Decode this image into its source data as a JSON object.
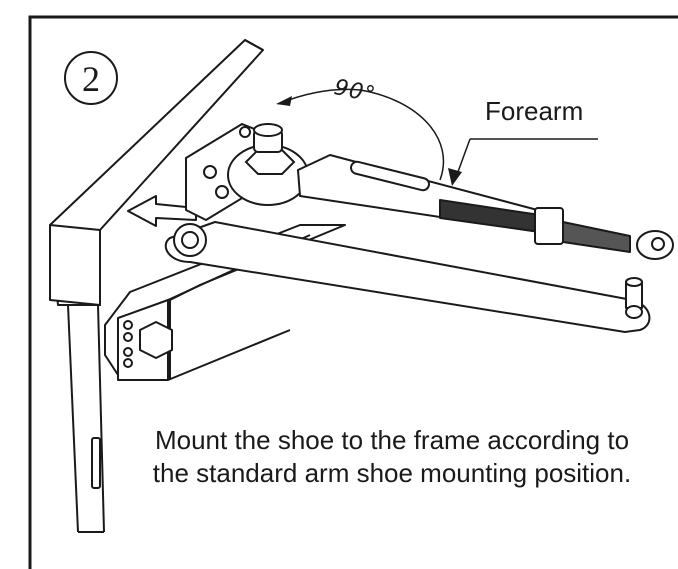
{
  "diagram": {
    "step_number": "2",
    "angle_label": "90°",
    "forearm_label": "Forearm",
    "instruction_line1": "Mount the shoe to the frame according to",
    "instruction_line2": "the standard arm shoe mounting position."
  },
  "colors": {
    "line": "#1a1a1a",
    "background": "#ffffff"
  }
}
